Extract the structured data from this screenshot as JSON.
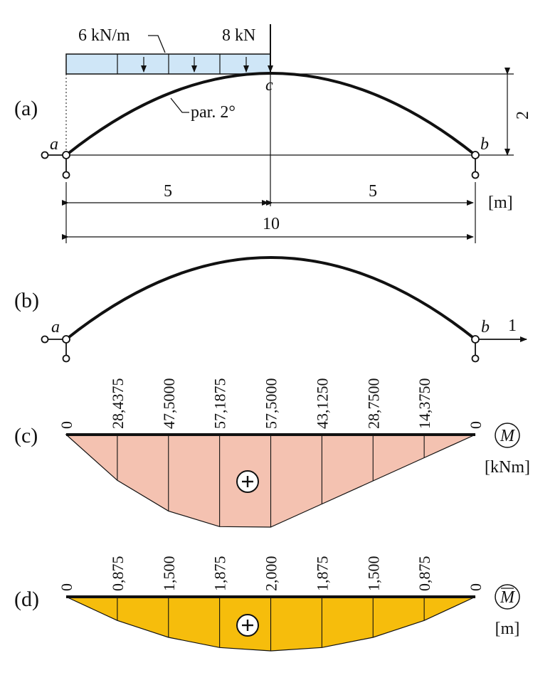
{
  "panels": {
    "a": "(a)",
    "b": "(b)",
    "c": "(c)",
    "d": "(d)"
  },
  "loads": {
    "distributed": "6 kN/m",
    "point": "8 kN",
    "curve": "par. 2°"
  },
  "points": {
    "a": "a",
    "b": "b",
    "c": "c"
  },
  "dimensions": {
    "height": "2",
    "left_span": "5",
    "right_span": "5",
    "total_span": "10",
    "unit": "[m]"
  },
  "unit_load": "1",
  "moment_diagram": {
    "symbol": "M",
    "unit": "[kNm]",
    "sign": "+",
    "fill": "#f4c2b1",
    "values": [
      "0",
      "28,4375",
      "47,5000",
      "57,1875",
      "57,5000",
      "43,1250",
      "28,7500",
      "14,3750",
      "0"
    ],
    "numeric": [
      0,
      28.4375,
      47.5,
      57.1875,
      57.5,
      43.125,
      28.75,
      14.375,
      0
    ]
  },
  "unit_moment_diagram": {
    "symbol": "M",
    "unit": "[m]",
    "sign": "+",
    "fill": "#f6bd0c",
    "values": [
      "0",
      "0,875",
      "1,500",
      "1,875",
      "2,000",
      "1,875",
      "1,500",
      "0,875",
      "0"
    ],
    "numeric": [
      0,
      0.875,
      1.5,
      1.875,
      2.0,
      1.875,
      1.5,
      0.875,
      0
    ]
  },
  "colors": {
    "load_fill": "#cfe6f7",
    "moment_fill": "#f4c2b1",
    "unit_moment_fill": "#f6bd0c"
  }
}
